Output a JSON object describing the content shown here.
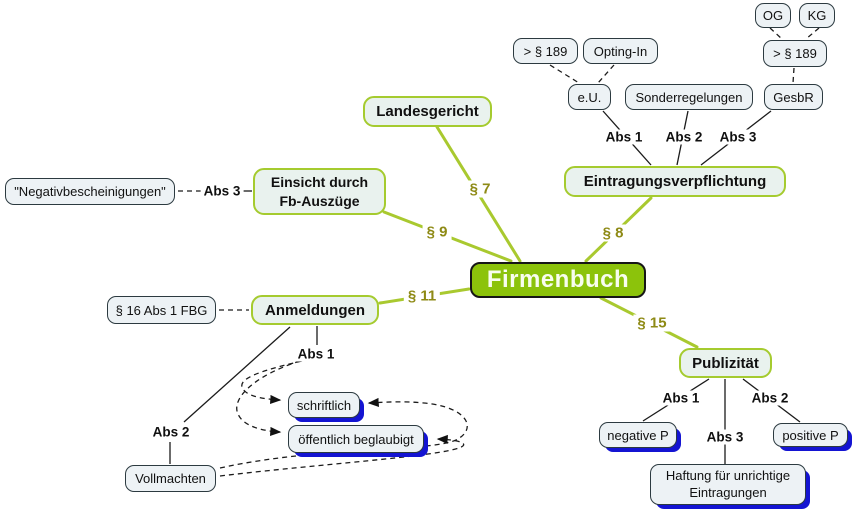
{
  "colors": {
    "root_fill": "#8cc30b",
    "branch_border": "#a5cb2f",
    "edge_green": "#a9c92f",
    "leaf_fill": "#edf2f5",
    "leaf_border": "#2c3a40",
    "shadow_blue": "#1414d2",
    "paragraph_label": "#8e8a15"
  },
  "nodes": {
    "root": {
      "label": "Firmenbuch"
    },
    "landesgericht": {
      "label": "Landesgericht"
    },
    "einsicht": {
      "label": "Einsicht durch Fb-Auszüge"
    },
    "eintragungsverpflichtung": {
      "label": "Eintragungsverpflichtung"
    },
    "anmeldungen": {
      "label": "Anmeldungen"
    },
    "publizitaet": {
      "label": "Publizität"
    },
    "negativbescheinigungen": {
      "label": "\"Negativbescheinigungen\""
    },
    "fbg": {
      "label": "§ 16 Abs 1 FBG"
    },
    "p189_left": {
      "label": "> § 189"
    },
    "opting_in": {
      "label": "Opting-In"
    },
    "eu": {
      "label": "e.U."
    },
    "sonderregelungen": {
      "label": "Sonderregelungen"
    },
    "gesbr": {
      "label": "GesbR"
    },
    "og": {
      "label": "OG"
    },
    "kg": {
      "label": "KG"
    },
    "p189_right": {
      "label": "> § 189"
    },
    "schriftlich": {
      "label": "schriftlich"
    },
    "oeffentlich_beglaubigt": {
      "label": "öffentlich beglaubigt"
    },
    "vollmachten": {
      "label": "Vollmachten"
    },
    "negative_p": {
      "label": "negative P"
    },
    "positive_p": {
      "label": "positive P"
    },
    "haftung": {
      "label": "Haftung für unrichtige Eintragungen"
    }
  },
  "edge_labels": {
    "s7": "§ 7",
    "s8": "§ 8",
    "s9": "§ 9",
    "s11": "§ 11",
    "s15": "§ 15",
    "abs1_eintragung": "Abs 1",
    "abs2_eintragung": "Abs 2",
    "abs3_eintragung": "Abs 3",
    "abs3_einsicht": "Abs 3",
    "abs1_anmeldungen": "Abs 1",
    "abs2_anmeldungen": "Abs 2",
    "abs1_publizitaet": "Abs 1",
    "abs2_publizitaet": "Abs 2",
    "abs3_publizitaet": "Abs 3"
  }
}
